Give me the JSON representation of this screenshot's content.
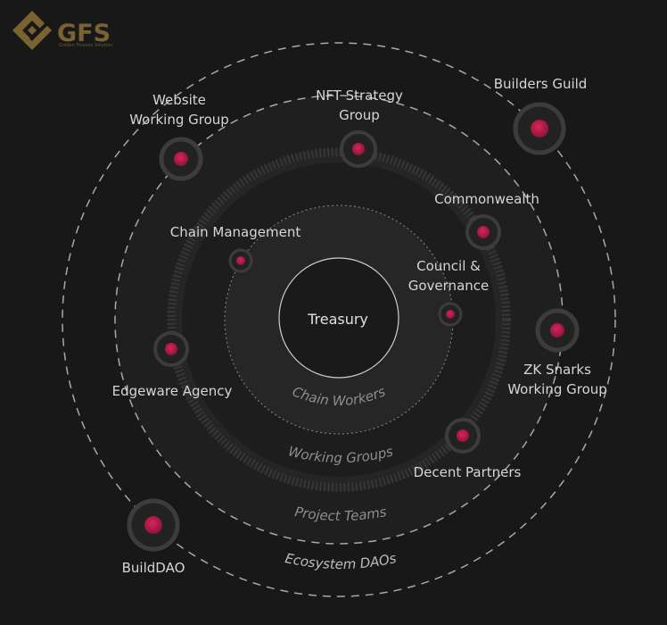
{
  "logo": {
    "name": "GFS",
    "tagline": "Golden Finance Solution"
  },
  "colors": {
    "background": "#181818",
    "node_core": "#c41e4f",
    "node_ring": "#3c3c3c",
    "dashed_ring": "#a8a8a8",
    "logo_gold": "#7a6330"
  },
  "center": {
    "label": "Treasury"
  },
  "rings": {
    "chain_workers": "Chain Workers",
    "working_groups": "Working Groups",
    "project_teams": "Project Teams",
    "ecosystem_daos": "Ecosystem DAOs"
  },
  "nodes": {
    "website": {
      "line1": "Website",
      "line2": "Working Group"
    },
    "nft": {
      "line1": "NFT Strategy",
      "line2": "Group"
    },
    "builders": {
      "label": "Builders Guild"
    },
    "commonwealth": {
      "label": "Commonwealth"
    },
    "chain_mgmt": {
      "label": "Chain Management"
    },
    "council": {
      "line1": "Council &",
      "line2": "Governance"
    },
    "zk": {
      "line1": "ZK Snarks",
      "line2": "Working Group"
    },
    "edgeware": {
      "label": "Edgeware Agency"
    },
    "decent": {
      "label": "Decent Partners"
    },
    "builddao": {
      "label": "BuildDAO"
    }
  }
}
